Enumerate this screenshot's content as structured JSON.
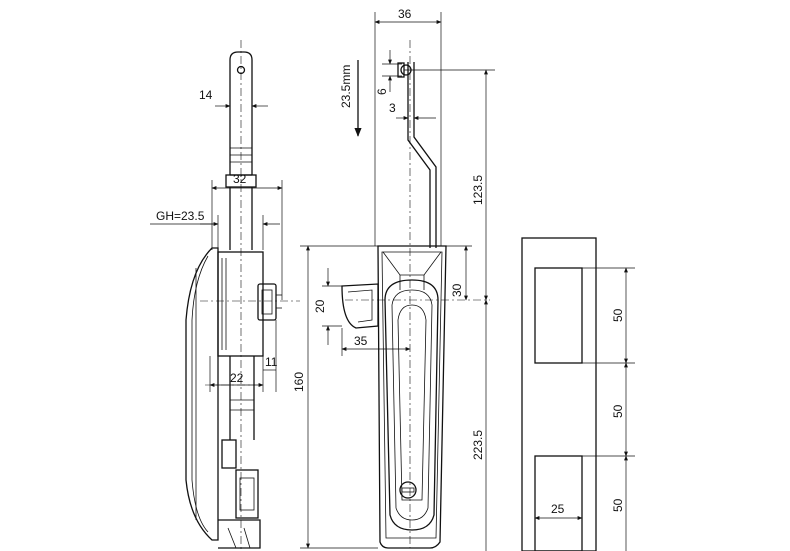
{
  "dimensions": {
    "d14": "14",
    "d32": "32",
    "gh": "GH=23.5",
    "d22": "22",
    "d11": "11",
    "d36": "36",
    "d6": "6",
    "d3": "3",
    "travel": "23.5mm",
    "d123_5": "123.5",
    "d30": "30",
    "d20": "20",
    "d35": "35",
    "d160": "160",
    "d223_5": "223.5",
    "d50_top": "50",
    "d50_mid": "50",
    "d50_bot": "50",
    "d25": "25"
  },
  "colors": {
    "line": "#111111",
    "background": "#ffffff"
  }
}
